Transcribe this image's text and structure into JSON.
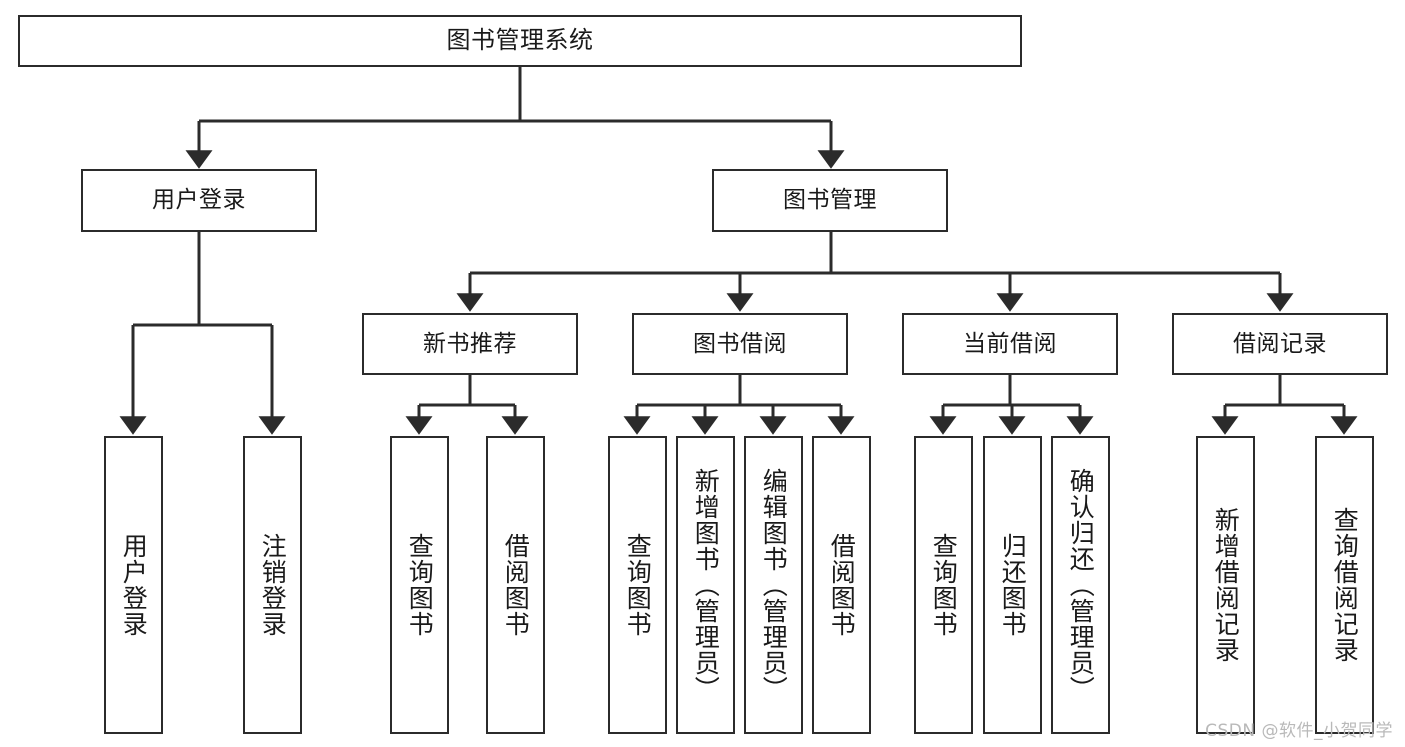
{
  "diagram": {
    "title": "图书管理系统",
    "type": "hierarchy-tree",
    "watermark": "CSDN @软件_小贺同学",
    "colors": {
      "box_border": "#2b2b2b",
      "box_fill": "#ffffff",
      "edge": "#2b2b2b",
      "text": "#1a1a1a",
      "watermark": "#b9b9b9"
    },
    "levels": {
      "root": {
        "label": "图书管理系统"
      },
      "level2": [
        {
          "label": "用户登录"
        },
        {
          "label": "图书管理"
        }
      ],
      "level3": [
        {
          "label": "新书推荐"
        },
        {
          "label": "图书借阅"
        },
        {
          "label": "当前借阅"
        },
        {
          "label": "借阅记录"
        }
      ],
      "leaves": {
        "user_login": [
          {
            "label": "用户登录"
          },
          {
            "label": "注销登录"
          }
        ],
        "new_book": [
          {
            "label": "查询图书"
          },
          {
            "label": "借阅图书"
          }
        ],
        "book_borrow": [
          {
            "label": "查询图书"
          },
          {
            "label": "新增图书（管理员）"
          },
          {
            "label": "编辑图书（管理员）"
          },
          {
            "label": "借阅图书"
          }
        ],
        "current_borrow": [
          {
            "label": "查询图书"
          },
          {
            "label": "归还图书"
          },
          {
            "label": "确认归还（管理员）"
          }
        ],
        "borrow_record": [
          {
            "label": "新增借阅记录"
          },
          {
            "label": "查询借阅记录"
          }
        ]
      }
    }
  }
}
